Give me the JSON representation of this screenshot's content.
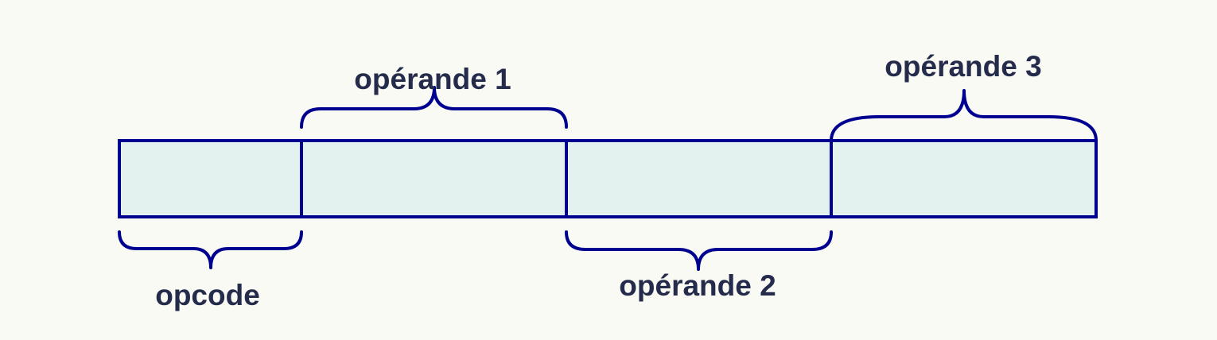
{
  "diagram": {
    "fields": [
      {
        "id": "opcode",
        "label": "opcode"
      },
      {
        "id": "operand1",
        "label": "opérande 1"
      },
      {
        "id": "operand2",
        "label": "opérande 2"
      },
      {
        "id": "operand3",
        "label": "opérande 3"
      }
    ]
  },
  "colors": {
    "background": "#fafaf5",
    "cell_fill": "#e3f1ef",
    "stroke": "#000090",
    "text": "#252b4a"
  }
}
